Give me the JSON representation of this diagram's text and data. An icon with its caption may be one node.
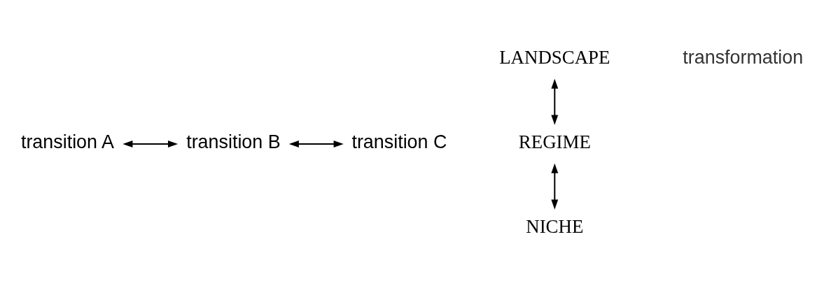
{
  "diagram": {
    "nodes": [
      {
        "text": [
          "LANDSCAPE"
        ]
      },
      {
        "text": [
          "REGIME"
        ]
      },
      {
        "text": [
          "NICHE"
        ]
      },
      {
        "text": [
          "transition A"
        ]
      },
      {
        "text": [
          "transition B"
        ]
      },
      {
        "text": [
          "transition C"
        ]
      }
    ],
    "edges": [
      {
        "from": 0,
        "to": 1,
        "arrow": "both"
      },
      {
        "from": 1,
        "to": 2,
        "arrow": "both"
      },
      {
        "from": 3,
        "to": 4,
        "arrow": "both"
      },
      {
        "from": 4,
        "to": 5,
        "arrow": "both"
      }
    ],
    "labels": [
      "transformation"
    ]
  }
}
